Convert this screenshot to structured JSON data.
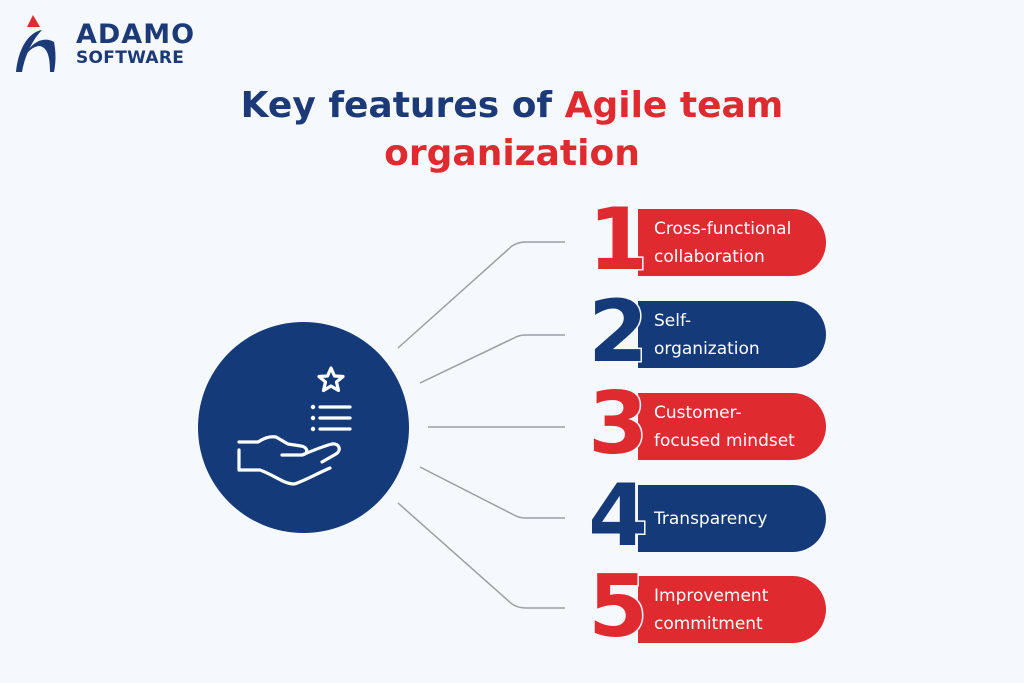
{
  "brand": {
    "name_line1": "ADAMO",
    "name_line2": "SOFTWARE",
    "colors": {
      "navy": "#1d3a78",
      "red": "#df2a30",
      "background": "#f5f8fc"
    }
  },
  "title": {
    "part1": "Key features of ",
    "part2": "Agile team",
    "part3": "organization"
  },
  "hub": {
    "icon": "hand-offering-star-list-icon"
  },
  "features": [
    {
      "number": "1",
      "label": "Cross-functional\ncollaboration",
      "color": "red"
    },
    {
      "number": "2",
      "label": "Self-\norganization",
      "color": "navy"
    },
    {
      "number": "3",
      "label": "Customer-\nfocused mindset",
      "color": "red"
    },
    {
      "number": "4",
      "label": "Transparency",
      "color": "navy"
    },
    {
      "number": "5",
      "label": "Improvement\ncommitment",
      "color": "red"
    }
  ]
}
